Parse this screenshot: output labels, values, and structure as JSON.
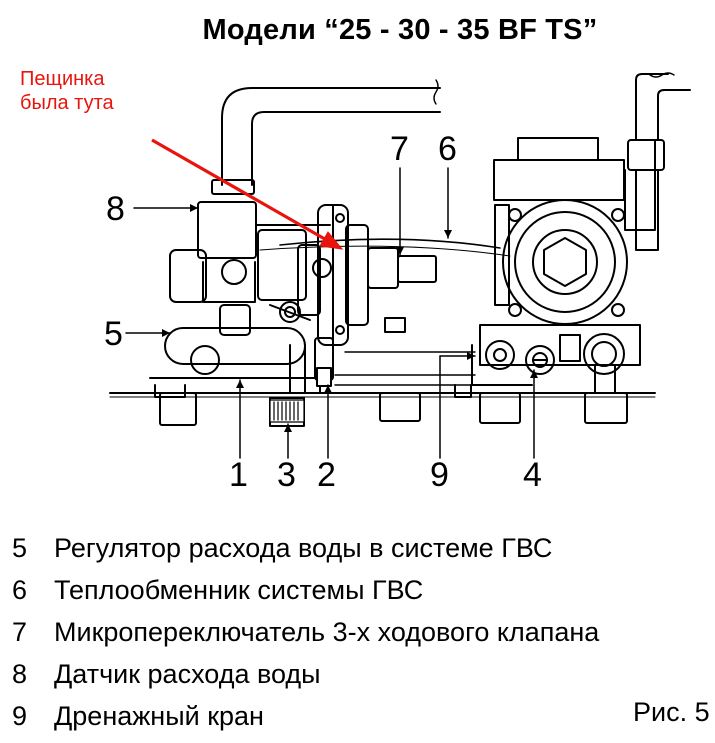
{
  "title": "Модели “25  - 30 - 35 BF TS”",
  "annotation": {
    "line1": "Пещинка",
    "line2": "была тута",
    "color": "#e8140d"
  },
  "callouts": [
    "8",
    "5",
    "7",
    "6",
    "1",
    "3",
    "2",
    "9",
    "4"
  ],
  "legend": [
    {
      "num": "5",
      "text": "Регулятор расхода воды в системе ГВС"
    },
    {
      "num": "6",
      "text": "Теплообменник системы ГВС"
    },
    {
      "num": "7",
      "text": "Микропереключатель 3-х ходового клапана"
    },
    {
      "num": "8",
      "text": "Датчик расхода воды"
    },
    {
      "num": "9",
      "text": "Дренажный кран"
    }
  ],
  "figure_label": "Рис. 5"
}
